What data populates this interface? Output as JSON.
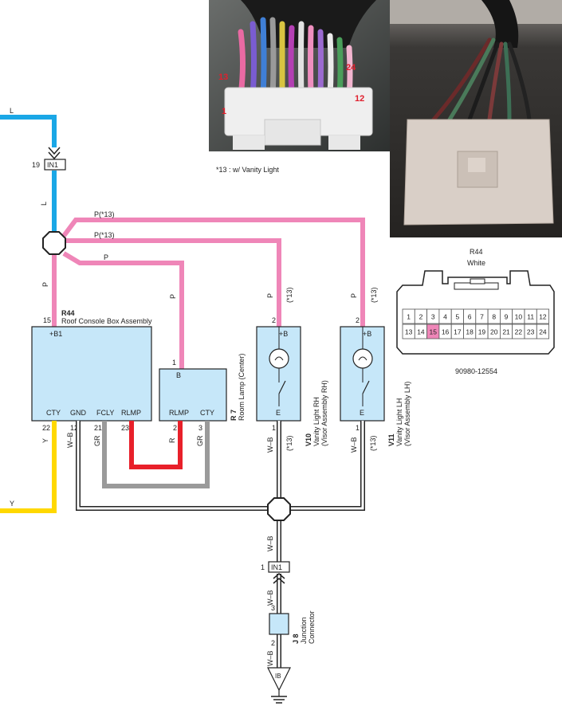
{
  "photos": {
    "left_pin_labels": [
      "13",
      "24",
      "1",
      "12"
    ],
    "note": "*13 : w/ Vanity Light"
  },
  "connector_view": {
    "title": "R44",
    "color": "White",
    "pins_top": [
      "1",
      "2",
      "3",
      "4",
      "5",
      "6",
      "7",
      "8",
      "9",
      "10",
      "11",
      "12"
    ],
    "pins_bottom": [
      "13",
      "14",
      "15",
      "16",
      "17",
      "18",
      "19",
      "20",
      "21",
      "22",
      "23",
      "24"
    ],
    "highlighted_pin": "15",
    "part_number": "90980-12554"
  },
  "wires": {
    "L_top": "L",
    "L_mid": "L",
    "P_main": "P",
    "P_branch1": "P(*13)",
    "P_branch2": "P(*13)",
    "P_branch3": "P",
    "P_v10": "P",
    "P_v11": "P",
    "star13_v10": "(*13)",
    "star13_v11": "(*13)",
    "Y_vert": "Y",
    "Y_left": "Y",
    "WB_r44": "W–B",
    "GR_r44": "GR",
    "R_r7": "R",
    "GR_r7": "GR",
    "WB_v10": "W–B",
    "WB_v11": "W–B",
    "star13_v10_bot": "(*13)",
    "star13_v11_bot": "(*13)",
    "WB_mid": "W–B",
    "WB_low": "W–B",
    "WB_bottom": "W–B"
  },
  "connectors": {
    "in1_top": {
      "label": "IN1",
      "pin": "19"
    },
    "in1_bottom": {
      "label": "IN1",
      "pin": "1"
    },
    "j8_pin_top": "3",
    "j8_pin_bottom": "2",
    "ground": "IB"
  },
  "components": {
    "r44": {
      "id": "R44",
      "name": "Roof Console Box Assembly",
      "pin_b1": "15",
      "b1": "+B1",
      "terms": [
        "CTY",
        "GND",
        "FCLY",
        "RLMP"
      ],
      "pins": [
        "22",
        "12",
        "21",
        "23"
      ]
    },
    "r7": {
      "id": "R 7",
      "name": "Room Lamp (Center)",
      "b": "B",
      "pin_b": "1",
      "terms": [
        "RLMP",
        "CTY"
      ],
      "pins": [
        "2",
        "3"
      ]
    },
    "v10": {
      "id": "V10",
      "name1": "Vanity Light RH",
      "name2": "(Visor Assembly RH)",
      "plus": "+B",
      "e": "E",
      "pin_top": "2",
      "pin_bot": "1"
    },
    "v11": {
      "id": "V11",
      "name1": "Vanity Light LH",
      "name2": "(Visor Assembly LH)",
      "plus": "+B",
      "e": "E",
      "pin_top": "2",
      "pin_bot": "1"
    },
    "j8": {
      "id": "J 8",
      "name1": "Junction",
      "name2": "Connector"
    }
  },
  "colors": {
    "blue": "#1aa7e6",
    "pink": "#ef86b8",
    "yellow": "#ffd800",
    "red": "#e8202a",
    "gray": "#9a9a9a",
    "box": "#c6e7f9"
  }
}
